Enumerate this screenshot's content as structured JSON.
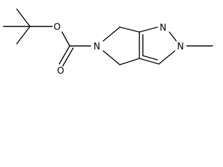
{
  "molecule": {
    "atoms": {
      "O_ester": "O",
      "O_carbonyl": "O",
      "N_ring5": "N",
      "N_pyrazole1": "N",
      "N_pyrazole2": "N"
    }
  }
}
